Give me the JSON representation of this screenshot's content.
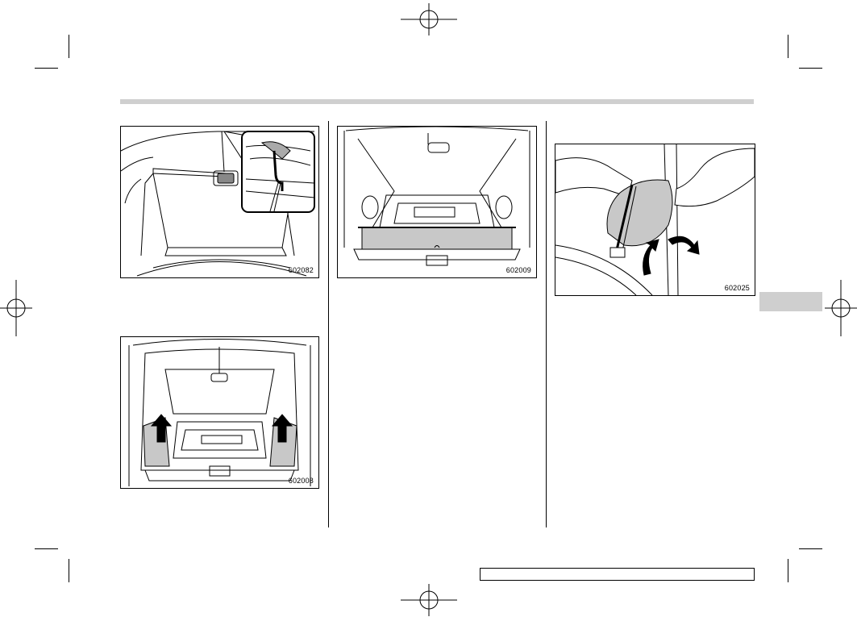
{
  "figures": {
    "top_left": {
      "code": "602082"
    },
    "bottom_left": {
      "code": "602008"
    },
    "top_middle": {
      "code": "602009"
    },
    "top_right": {
      "code": "602025"
    }
  },
  "colors": {
    "header_bar": "#cfcfcf",
    "side_tab": "#cfcfcf",
    "highlight_fill": "#c8c8c8"
  },
  "icons": [
    "registration-mark",
    "crop-mark",
    "arrow-up-icon",
    "curved-arrow-icon"
  ]
}
